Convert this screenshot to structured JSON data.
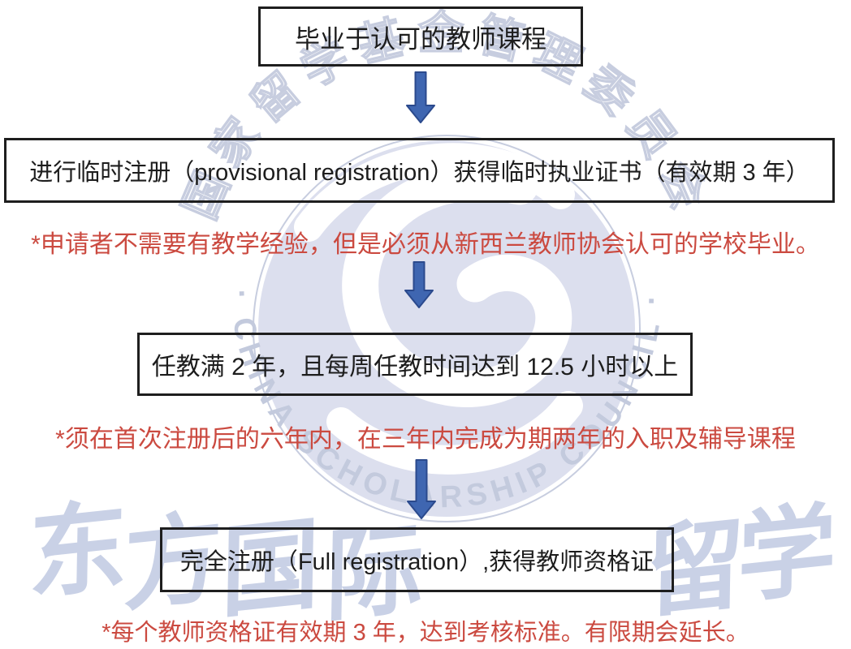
{
  "colors": {
    "note_red": "#cb4a40",
    "arrow_fill": "#3f66b1",
    "arrow_stroke": "#2b4a8d",
    "box_border": "#1e1e1e",
    "wm_fill": "#dcdfee",
    "wm_line": "#c7cddf",
    "wm_text": "#c3cadd",
    "wm_callig": "#c9d1e6"
  },
  "flow": {
    "steps": [
      {
        "label": "毕业于认可的教师课程"
      },
      {
        "label": "进行临时注册（provisional registration）获得临时执业证书（有效期 3 年）"
      },
      {
        "label": "任教满 2 年，且每周任教时间达到 12.5 小时以上"
      },
      {
        "label": "完全注册（Full registration）,获得教师资格证"
      }
    ],
    "notes": [
      {
        "text": "*申请者不需要有教学经验，但是必须从新西兰教师协会认可的学校毕业。"
      },
      {
        "text": "*须在首次注册后的六年内，在三年内完成为期两年的入职及辅导课程"
      },
      {
        "text": "*每个教师资格证有效期 3 年，达到考核标准。有限期会延长。"
      }
    ]
  },
  "watermark": {
    "ring_cn": "国家留学基金管理委员会",
    "ring_en": "· CHINA SCHOLARSHIP COUNCIL ·",
    "bottom_chars": [
      {
        "ch": "东"
      },
      {
        "ch": "方"
      },
      {
        "ch": "国"
      },
      {
        "ch": "际"
      },
      {
        "ch": "留"
      },
      {
        "ch": "学"
      }
    ]
  }
}
